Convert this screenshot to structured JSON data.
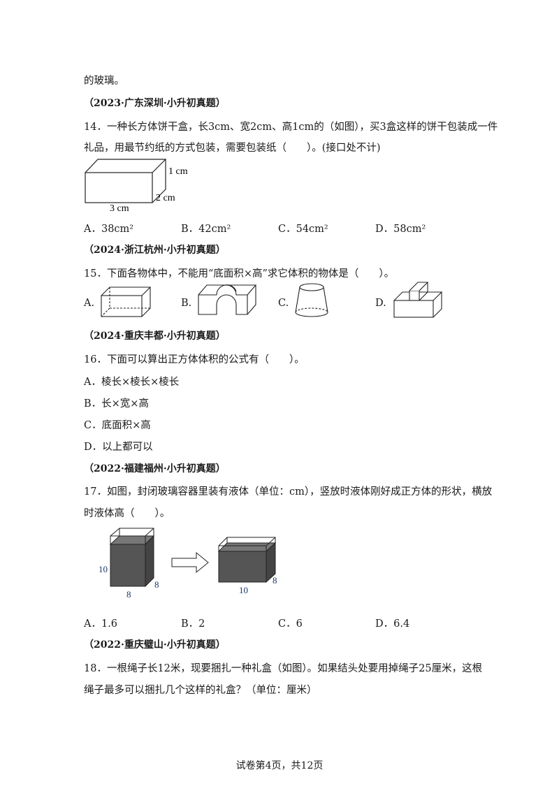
{
  "header_fragment": "的玻璃。",
  "q14": {
    "source": "（2023·广东深圳·小升初真题）",
    "line1": "14．一种长方体饼干盒，长3cm、宽2cm、高1cm的（如图），买3盒这样的饼干包装成一件",
    "line2": "礼品，用最节约纸的方式包装，需要包装纸（　　）。(接口处不计)",
    "fig": {
      "height_label": "1 cm",
      "width_label": "2 cm",
      "length_label": "3 cm"
    },
    "options": [
      "A．38cm²",
      "B．42cm²",
      "C．54cm²",
      "D．58cm²"
    ]
  },
  "q15": {
    "source": "（2024·浙江杭州·小升初真题）",
    "line1": "15．下面各物体中，不能用“底面积×高”求它体积的物体是（　　）。",
    "options": [
      "A.",
      "B.",
      "C.",
      "D."
    ]
  },
  "q16": {
    "source": "（2024·重庆丰都·小升初真题）",
    "line1": "16．下面可以算出正方体体积的公式有（　　）。",
    "options": [
      "A．棱长×棱长×棱长",
      "B．长×宽×高",
      "C．底面积×高",
      "D．以上都可以"
    ]
  },
  "q17": {
    "source": "（2022·福建福州·小升初真题）",
    "line1": "17．如图，封闭玻璃容器里装有液体（单位：cm），竖放时液体刚好成正方体的形状，横放",
    "line2": "时液体高（　　）。",
    "fig_left": {
      "height": "10",
      "depth": "8",
      "width": "8"
    },
    "fig_right": {
      "width": "10",
      "depth": "8"
    },
    "options": [
      "A．1.6",
      "B．2",
      "C．6",
      "D．6.4"
    ]
  },
  "q18": {
    "source": "（2022·重庆璧山·小升初真题）",
    "line1": "18．一根绳子长12米，现要捆扎一种礼盒（如图）。如果结头处要用掉绳子25厘米，这根",
    "line2": "绳子最多可以捆扎几个这样的礼盒？（单位：厘米）"
  },
  "footer": "试卷第4页，共12页"
}
